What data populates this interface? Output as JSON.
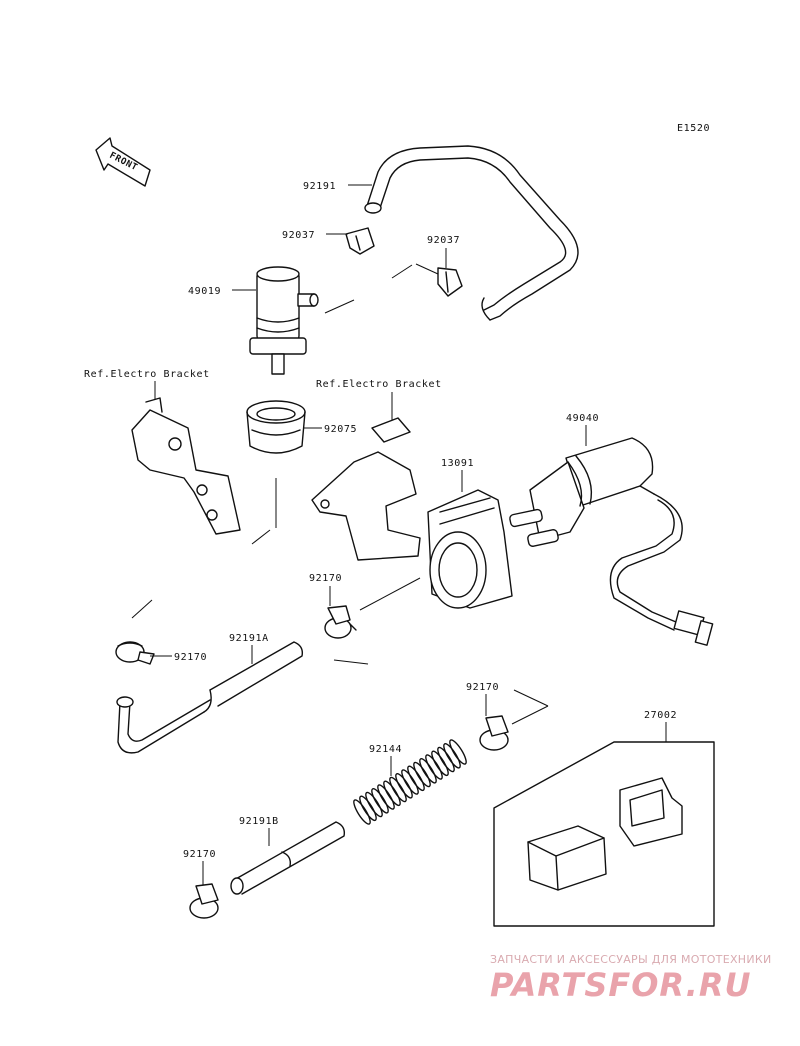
{
  "diagram_code": "E1520",
  "front_label": "FRONT",
  "parts": {
    "p92191": "92191",
    "p92037a": "92037",
    "p92037b": "92037",
    "p49019": "49019",
    "ref_bracket_left": "Ref.Electro Bracket",
    "ref_bracket_right": "Ref.Electro Bracket",
    "p92075": "92075",
    "p49040": "49040",
    "p13091": "13091",
    "p92170a": "92170",
    "p92170b": "92170",
    "p92191A": "92191A",
    "p92170c": "92170",
    "p92144": "92144",
    "p27002": "27002",
    "p92191B": "92191B",
    "p92170d": "92170"
  },
  "watermark": {
    "subtitle": "ЗАПЧАСТИ И АКСЕССУАРЫ ДЛЯ МОТОТЕХНИКИ",
    "brand": "PARTSFOR.RU"
  }
}
